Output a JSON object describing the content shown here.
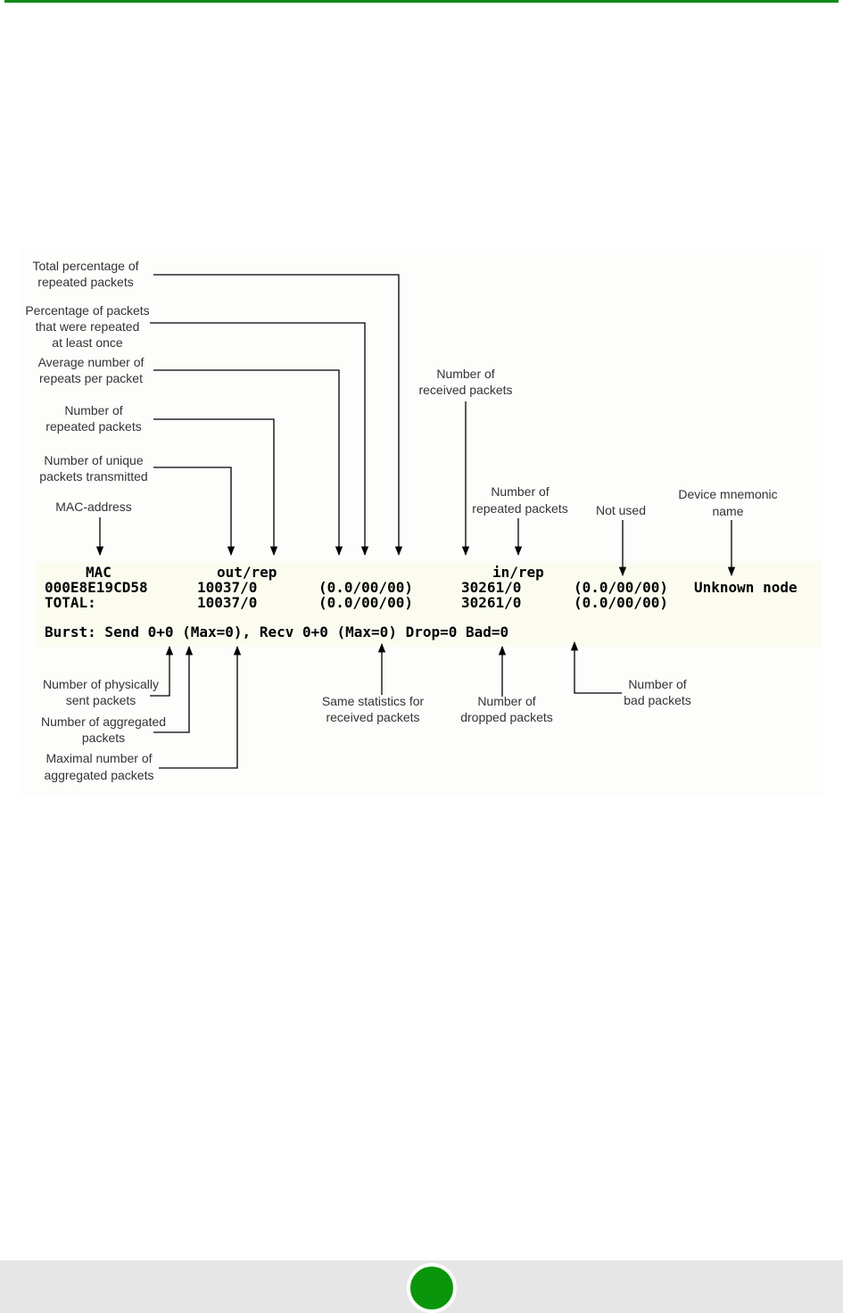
{
  "annotations": {
    "total_pct": [
      "Total percentage of",
      "repeated packets"
    ],
    "pct_repeated": [
      "Percentage of packets",
      "that were repeated",
      "at least once"
    ],
    "avg_repeats": [
      "Average number of",
      "repeats per packet"
    ],
    "num_repeated": [
      "Number of",
      "repeated packets"
    ],
    "num_unique": [
      "Number of unique",
      "packets transmitted"
    ],
    "mac_address": [
      "MAC-address"
    ],
    "num_received": [
      "Number of",
      "received packets"
    ],
    "num_in_repeated": [
      "Number of",
      "repeated packets"
    ],
    "not_used": [
      "Not used"
    ],
    "device_name": [
      "Device mnemonic",
      "name"
    ],
    "phys_sent": [
      "Number of physically",
      "sent packets"
    ],
    "aggregated": [
      "Number of aggregated",
      "packets"
    ],
    "max_aggregated": [
      "Maximal number of",
      "aggregated packets"
    ],
    "same_stats": [
      "Same statistics for",
      "received packets"
    ],
    "dropped": [
      "Number of",
      "dropped packets"
    ],
    "bad": [
      "Number of",
      "bad packets"
    ]
  },
  "console": {
    "header_mac": "MAC",
    "header_out": "out/rep",
    "header_in": "in/rep",
    "row1_mac": "000E8E19CD58",
    "row1_out": "10037/0",
    "row1_out_stats": "(0.0/00/00)",
    "row1_in": "30261/0",
    "row1_in_stats": "(0.0/00/00)",
    "row1_name": "Unknown node",
    "row2_label": "TOTAL:",
    "row2_out": "10037/0",
    "row2_out_stats": "(0.0/00/00)",
    "row2_in": "30261/0",
    "row2_in_stats": "(0.0/00/00)",
    "burst_line": "Burst: Send 0+0 (Max=0), Recv 0+0 (Max=0) Drop=0 Bad=0"
  }
}
